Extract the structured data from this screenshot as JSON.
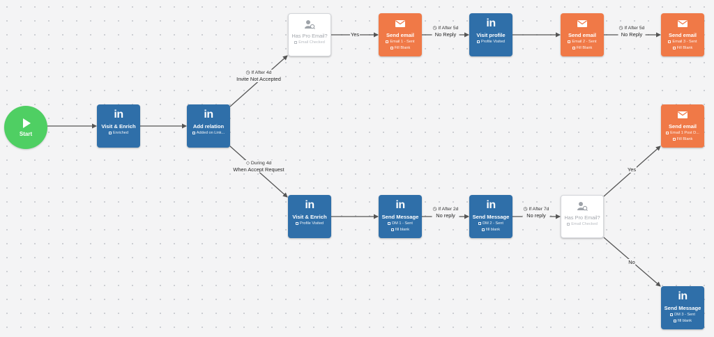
{
  "start": {
    "label": "Start"
  },
  "nodes": {
    "visit_enrich_1": {
      "title": "Visit & Enrich",
      "sub": "Enriched"
    },
    "add_relation": {
      "title": "Add relation",
      "sub": "Added on Link..."
    },
    "has_pro_email_1": {
      "title": "Has Pro Email?",
      "sub": "Email Checked"
    },
    "send_email_1": {
      "title": "Send email",
      "sub": "Email 1 - Sent",
      "sub2": "Fill Blank"
    },
    "visit_profile": {
      "title": "Visit profile",
      "sub": "Profile Visited"
    },
    "send_email_2": {
      "title": "Send email",
      "sub": "Email 2 - Sent",
      "sub2": "Fill Blank"
    },
    "send_email_3": {
      "title": "Send email",
      "sub": "Email 3 - Sent",
      "sub2": "Fill Blank"
    },
    "send_email_4": {
      "title": "Send email",
      "sub": "Email 1 Post D...",
      "sub2": "Fill Blank"
    },
    "visit_enrich_2": {
      "title": "Visit & Enrich",
      "sub": "Profile Visited"
    },
    "send_message_1": {
      "title": "Send Message",
      "sub": "DM 1 - Sent",
      "sub2": "fill blank"
    },
    "send_message_2": {
      "title": "Send Message",
      "sub": "DM 2 - Sent",
      "sub2": "fill blank"
    },
    "has_pro_email_2": {
      "title": "Has Pro Email?",
      "sub": "Email Checked"
    },
    "send_message_3": {
      "title": "Send Message",
      "sub": "DM 3 - Sent",
      "sub2": "fill blank"
    }
  },
  "edges": {
    "after4d_cond": "If After 4d",
    "after4d_label": "Invite Not Accepted",
    "during4d_cond": "During 4d",
    "during4d_label": "When Accept Request",
    "yes_1": "Yes",
    "after5d_1_cond": "If After 5d",
    "noreply_1": "No Reply",
    "after5d_2_cond": "If After 5d",
    "noreply_2": "No Reply",
    "after2d_cond": "If After 2d",
    "noreply_3": "No reply",
    "after7d_cond": "If After 7d",
    "noreply_4": "No reply",
    "yes_2": "Yes",
    "no_1": "No"
  },
  "colors": {
    "linkedin": "#2f6fa9",
    "email": "#f07947",
    "start": "#4fcf63",
    "check": "#ffffff"
  },
  "icons": {
    "linkedin": "linkedin-icon",
    "email": "envelope-icon",
    "check": "user-search-icon",
    "start": "play-icon"
  }
}
